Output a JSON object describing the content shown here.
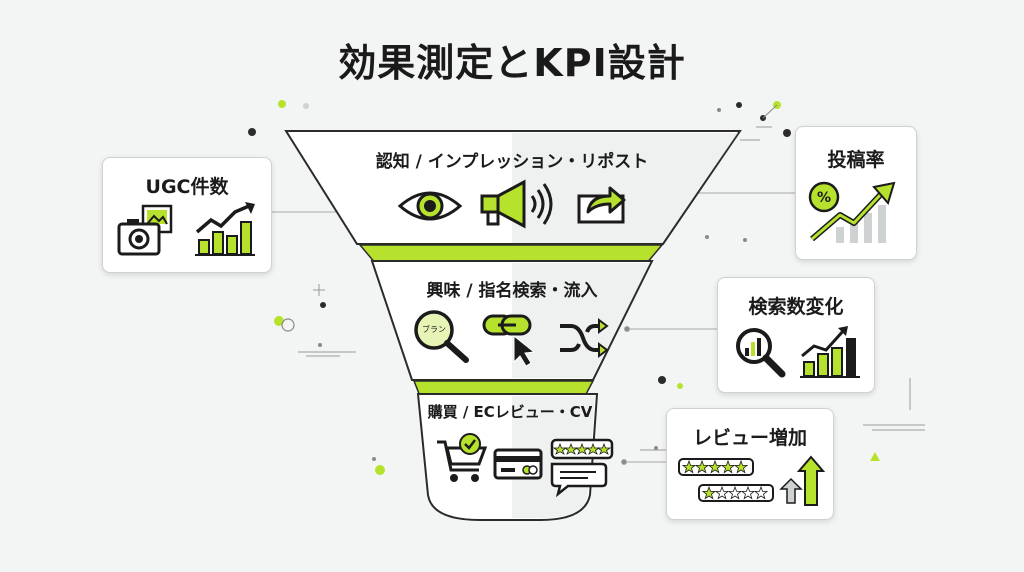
{
  "title": "効果測定とKPI設計",
  "funnel": {
    "stage1_label": "認知 / インプレッション・リポスト",
    "stage2_label": "興味 / 指名検索・流入",
    "stage3_label": "購買 / ECレビュー・CV",
    "brand_bubble_text": "ブラン"
  },
  "cards": {
    "ugc": "UGC件数",
    "post_rate": "投稿率",
    "search_change": "検索数変化",
    "review_increase": "レビュー増加"
  },
  "colors": {
    "accent": "#b6e22e",
    "ink": "#1b1b1b",
    "background": "#f3f4f4"
  },
  "icons": [
    "eye-icon",
    "megaphone-icon",
    "share-icon",
    "magnifier-icon",
    "link-cursor-icon",
    "shuffle-icon",
    "cart-icon",
    "credit-card-icon",
    "review-bubble-icon",
    "camera-icon",
    "photo-icon",
    "growth-chart-icon",
    "percent-badge-icon",
    "trend-arrow-icon",
    "search-chart-icon",
    "star-rating-icon",
    "up-arrow-icon"
  ]
}
